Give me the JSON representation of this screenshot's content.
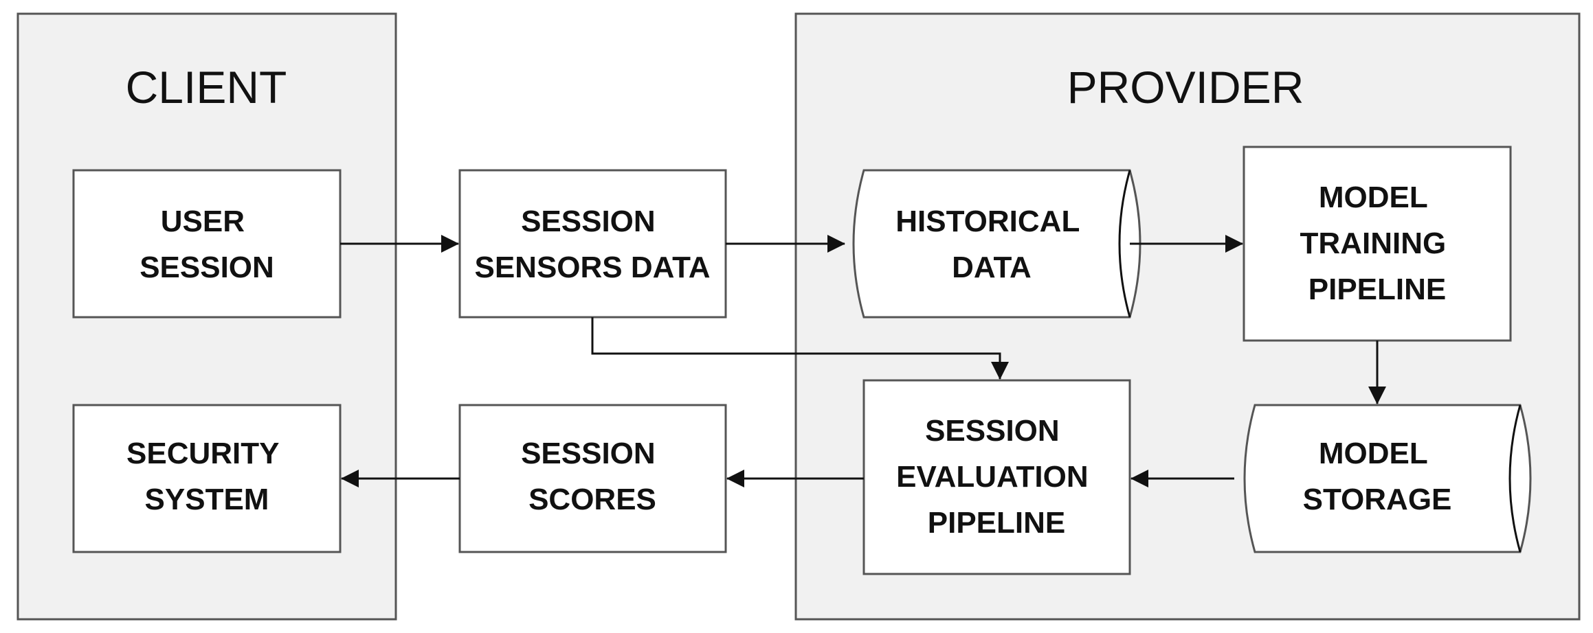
{
  "groups": {
    "client": "CLIENT",
    "provider": "PROVIDER"
  },
  "nodes": {
    "user_session": [
      "USER",
      "SESSION"
    ],
    "session_sensors_data": [
      "SESSION",
      "SENSORS DATA"
    ],
    "historical_data": [
      "HISTORICAL",
      "DATA"
    ],
    "model_training_pipeline": [
      "MODEL",
      "TRAINING",
      "PIPELINE"
    ],
    "security_system": [
      "SECURITY",
      "SYSTEM"
    ],
    "session_scores": [
      "SESSION",
      "SCORES"
    ],
    "session_evaluation_pipeline": [
      "SESSION",
      "EVALUATION",
      "PIPELINE"
    ],
    "model_storage": [
      "MODEL",
      "STORAGE"
    ]
  },
  "edges": [
    {
      "from": "USER SESSION",
      "to": "SESSION SENSORS DATA"
    },
    {
      "from": "SESSION SENSORS DATA",
      "to": "HISTORICAL DATA"
    },
    {
      "from": "HISTORICAL DATA",
      "to": "MODEL TRAINING PIPELINE"
    },
    {
      "from": "MODEL TRAINING PIPELINE",
      "to": "MODEL STORAGE"
    },
    {
      "from": "MODEL STORAGE",
      "to": "SESSION EVALUATION PIPELINE"
    },
    {
      "from": "SESSION SENSORS DATA",
      "to": "SESSION EVALUATION PIPELINE"
    },
    {
      "from": "SESSION EVALUATION PIPELINE",
      "to": "SESSION SCORES"
    },
    {
      "from": "SESSION SCORES",
      "to": "SECURITY SYSTEM"
    }
  ],
  "colors": {
    "group_fill": "#f1f1f1",
    "box_fill": "#ffffff",
    "stroke": "#555555",
    "text": "#111111"
  }
}
